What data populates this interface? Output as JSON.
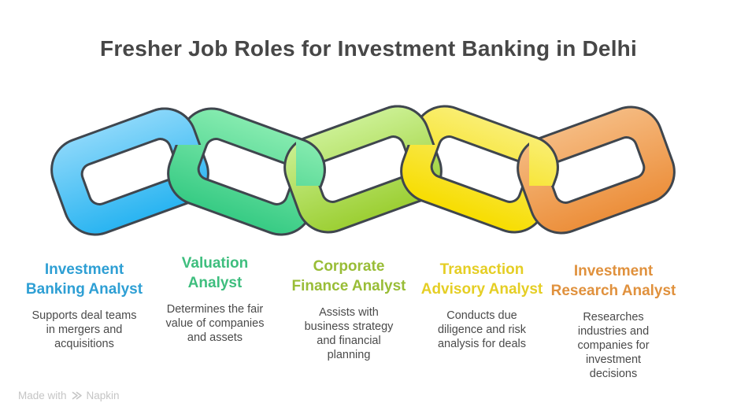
{
  "title": "Fresher Job Roles for Investment Banking in Delhi",
  "chain": {
    "outline_color": "#3F464E",
    "links": [
      {
        "name": "investment-banking-analyst",
        "gradient_top": "#8AD7FA",
        "gradient_bottom": "#29B4F1"
      },
      {
        "name": "valuation-analyst",
        "gradient_top": "#85EBAF",
        "gradient_bottom": "#37CB84"
      },
      {
        "name": "corporate-finance-analyst",
        "gradient_top": "#CBF093",
        "gradient_bottom": "#9CCF33"
      },
      {
        "name": "transaction-advisory-analyst",
        "gradient_top": "#F9EE72",
        "gradient_bottom": "#F7DD00"
      },
      {
        "name": "investment-research-analyst",
        "gradient_top": "#F5BA80",
        "gradient_bottom": "#EC8F3B"
      }
    ]
  },
  "roles": [
    {
      "title": "Investment\nBanking Analyst",
      "description": "Supports deal teams\nin mergers and\nacquisitions",
      "color": "#2E9FD4"
    },
    {
      "title": "Valuation\nAnalyst",
      "description": "Determines the fair\nvalue of companies\nand assets",
      "color": "#3EBE7E"
    },
    {
      "title": "Corporate\nFinance Analyst",
      "description": "Assists with\nbusiness strategy\nand financial\nplanning",
      "color": "#99BD37"
    },
    {
      "title": "Transaction\nAdvisory Analyst",
      "description": "Conducts due\ndiligence and risk\nanalysis for deals",
      "color": "#E5CE24"
    },
    {
      "title": "Investment\nResearch Analyst",
      "description": "Researches\nindustries and\ncompanies for\ninvestment\ndecisions",
      "color": "#E0913D"
    }
  ],
  "footer": {
    "made_with": "Made with",
    "brand": "Napkin"
  }
}
